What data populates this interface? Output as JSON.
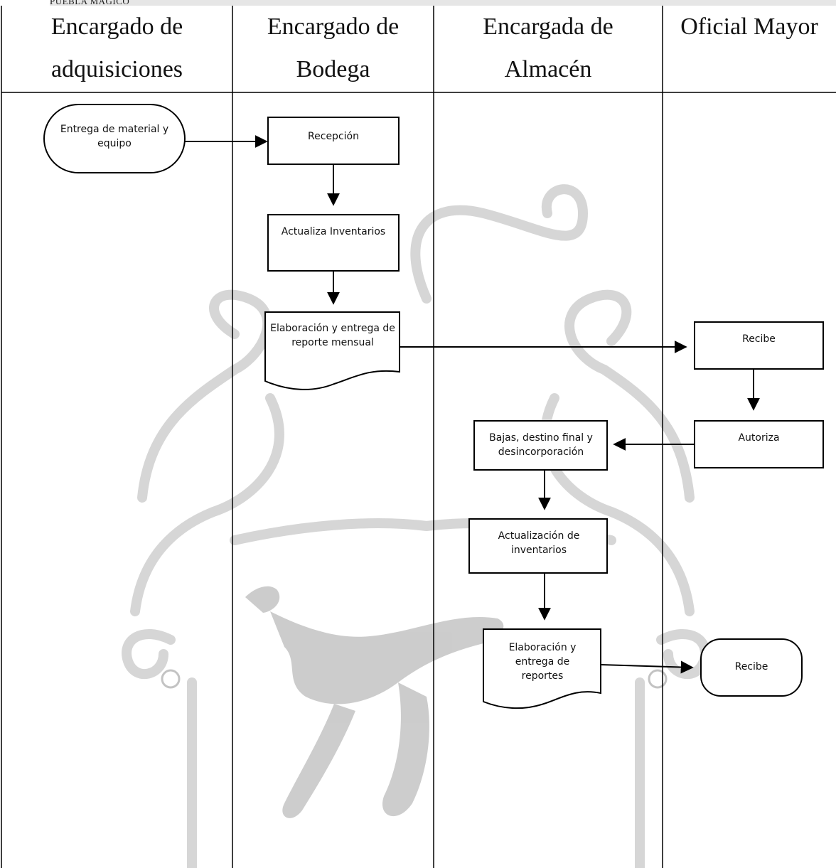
{
  "header_fragment": "PUEBLA MÁGICO",
  "lanes": [
    {
      "title_line1": "Encargado de",
      "title_line2": "adquisiciones"
    },
    {
      "title_line1": "Encargado de",
      "title_line2": "Bodega"
    },
    {
      "title_line1": "Encargada de",
      "title_line2": "Almacén"
    },
    {
      "title_line1": "Oficial Mayor",
      "title_line2": ""
    }
  ],
  "nodes": {
    "entrega": {
      "label": "Entrega de material y equipo",
      "shape": "terminator"
    },
    "recepcion": {
      "label": "Recepción",
      "shape": "process"
    },
    "actualiza": {
      "label": "Actualiza Inventarios",
      "shape": "process"
    },
    "elab_reporte_mensual": {
      "label": "Elaboración y entrega de reporte mensual",
      "shape": "document"
    },
    "recibe_1": {
      "label": "Recibe",
      "shape": "process"
    },
    "autoriza": {
      "label": "Autoriza",
      "shape": "process"
    },
    "bajas": {
      "label": "Bajas, destino final y desincorporación",
      "shape": "process"
    },
    "actualizacion_inv": {
      "label": "Actualización de inventarios",
      "shape": "process"
    },
    "elab_reportes": {
      "label": "Elaboración y entrega de reportes",
      "shape": "document"
    },
    "recibe_2": {
      "label": "Recibe",
      "shape": "terminator"
    }
  },
  "edges": [
    {
      "from": "entrega",
      "to": "recepcion"
    },
    {
      "from": "recepcion",
      "to": "actualiza"
    },
    {
      "from": "actualiza",
      "to": "elab_reporte_mensual"
    },
    {
      "from": "elab_reporte_mensual",
      "to": "recibe_1"
    },
    {
      "from": "recibe_1",
      "to": "autoriza"
    },
    {
      "from": "autoriza",
      "to": "bajas"
    },
    {
      "from": "bajas",
      "to": "actualizacion_inv"
    },
    {
      "from": "actualizacion_inv",
      "to": "elab_reportes"
    },
    {
      "from": "elab_reportes",
      "to": "recibe_2"
    }
  ],
  "colors": {
    "line": "#000000",
    "watermark": "#c9c9c9"
  }
}
